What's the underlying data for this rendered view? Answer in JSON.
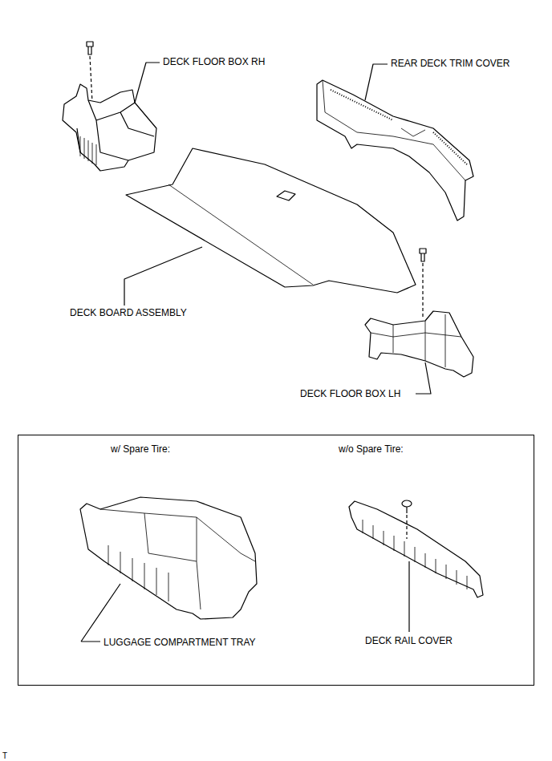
{
  "diagram": {
    "nodes": [
      {
        "text": [
          "w/ Spare Tire:",
          "w/o Spare Tire:",
          "LUGGAGE COMPARTMENT TRAY",
          "DECK RAIL COVER"
        ]
      }
    ],
    "labels": [
      "DECK FLOOR BOX RH",
      "REAR DECK TRIM COVER",
      "DECK BOARD ASSEMBLY",
      "DECK FLOOR BOX LH",
      "T"
    ]
  }
}
